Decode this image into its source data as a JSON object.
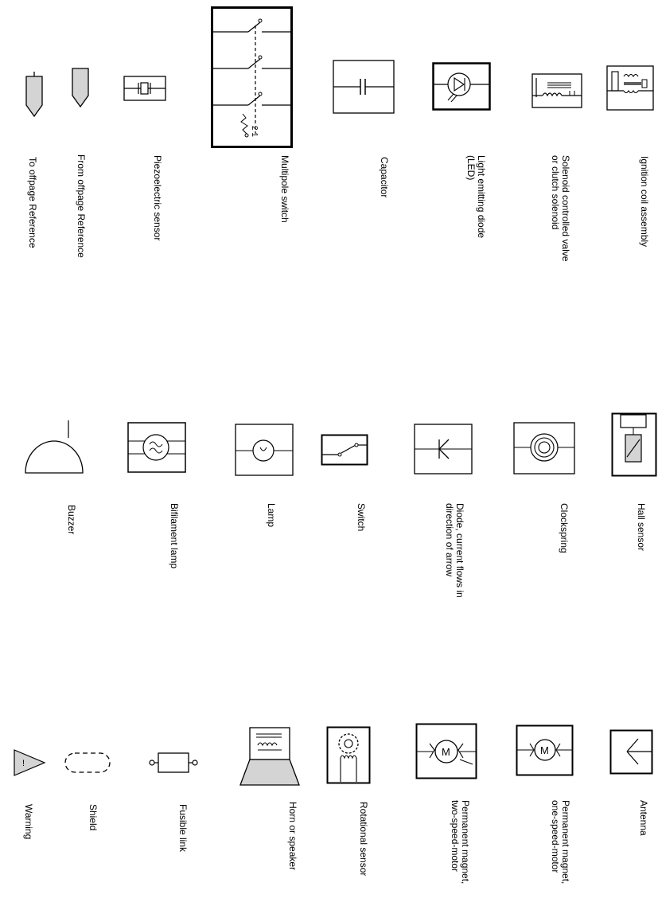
{
  "labels": {
    "to_offpage": "To offpage Reference",
    "from_offpage": "From offpage Reference",
    "piezo": "Piezoelectric sensor",
    "multipole": "Multipole switch",
    "capacitor": "Capacitor",
    "led": "Light emitting diode\n(LED)",
    "solenoid": "Solenoid controlled valve\nor clutch solenoid",
    "ignition": "Ignition coil assembly",
    "buzzer": "Buzzer",
    "bifilament": "Bifilament lamp",
    "lamp": "Lamp",
    "switch": "Switch",
    "diode": "Diode, current flows in\ndirection of arrow",
    "clockspring": "Clockspring",
    "hall": "Hall sensor",
    "warning": "Warning",
    "shield": "Shield",
    "fusible": "Fusible link",
    "horn": "Horn or speaker",
    "rotational": "Rotational sensor",
    "pm_two": "Permanent magnet,\ntwo-speed-motor",
    "pm_one": "Permanent magnet,\none-speed-motor",
    "antenna": "Antenna"
  },
  "glyphs": {
    "motor_letter": "M",
    "switch_marks": "2 1",
    "warning_mark": "!"
  },
  "colors": {
    "line": "#000000",
    "fill_grey": "#d4d4d4",
    "background": "#ffffff"
  }
}
